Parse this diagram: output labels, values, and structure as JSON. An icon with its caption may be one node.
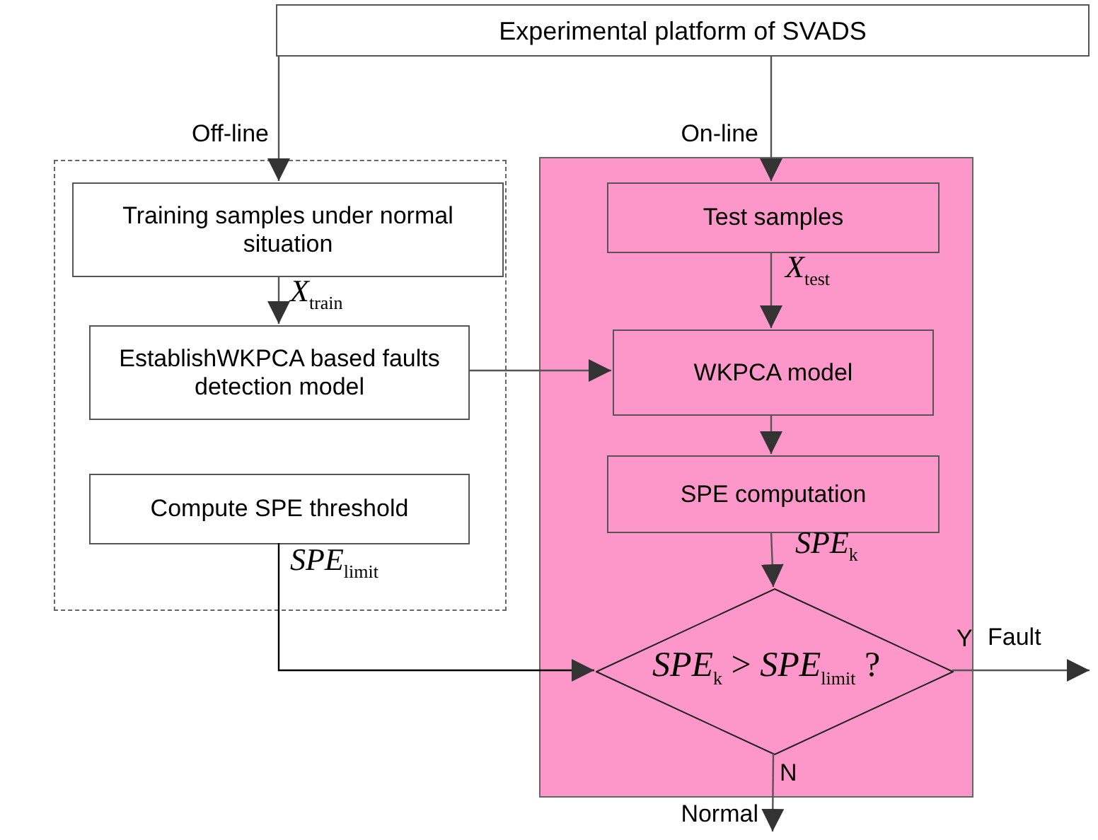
{
  "diagram": {
    "nodes": [
      {
        "text": [
          "Experimental platform of SVADS"
        ]
      },
      {
        "text": [],
        "shape": "box"
      },
      {
        "text": [
          "Training samples under normal situation"
        ],
        "in": 1
      },
      {
        "text": [
          "EstablishWKPCA based faults detection model"
        ],
        "in": 1
      },
      {
        "text": [
          "Compute SPE threshold"
        ],
        "in": 1
      },
      {
        "text": [],
        "shape": "box"
      },
      {
        "text": [
          "Test samples"
        ],
        "in": 5
      },
      {
        "text": [
          "WKPCA model"
        ],
        "in": 5
      },
      {
        "text": [
          "SPE computation"
        ],
        "in": 5
      },
      {
        "text": [
          "*SPE*$_{k}$ > *SPE*$_{limit}$ ?"
        ],
        "in": 5
      }
    ],
    "edges": [
      {
        "from": 0,
        "to": 2,
        "arrow": "to",
        "label": "Off-line"
      },
      {
        "from": 0,
        "to": 6,
        "arrow": "to",
        "label": "On-line"
      },
      {
        "from": 2,
        "to": 3,
        "arrow": "to",
        "label": "*X*$_{train}$"
      },
      {
        "from": 3,
        "to": 7,
        "arrow": "to"
      },
      {
        "from": 6,
        "to": 7,
        "arrow": "to",
        "label": "*X*$_{test}$"
      },
      {
        "from": 7,
        "to": 8,
        "arrow": "to"
      },
      {
        "from": 8,
        "to": 9,
        "arrow": "to",
        "label": "*SPE*$_{k}$"
      },
      {
        "from": 4,
        "to": 9,
        "arrow": "to",
        "label": "*SPE*$_{limit}$"
      },
      {
        "from": 9,
        "to": null,
        "arrow": "to",
        "label": "Fault"
      },
      {
        "from": 9,
        "to": null,
        "arrow": "to",
        "label": "Normal"
      }
    ],
    "labels": [
      "Y",
      "N"
    ]
  }
}
